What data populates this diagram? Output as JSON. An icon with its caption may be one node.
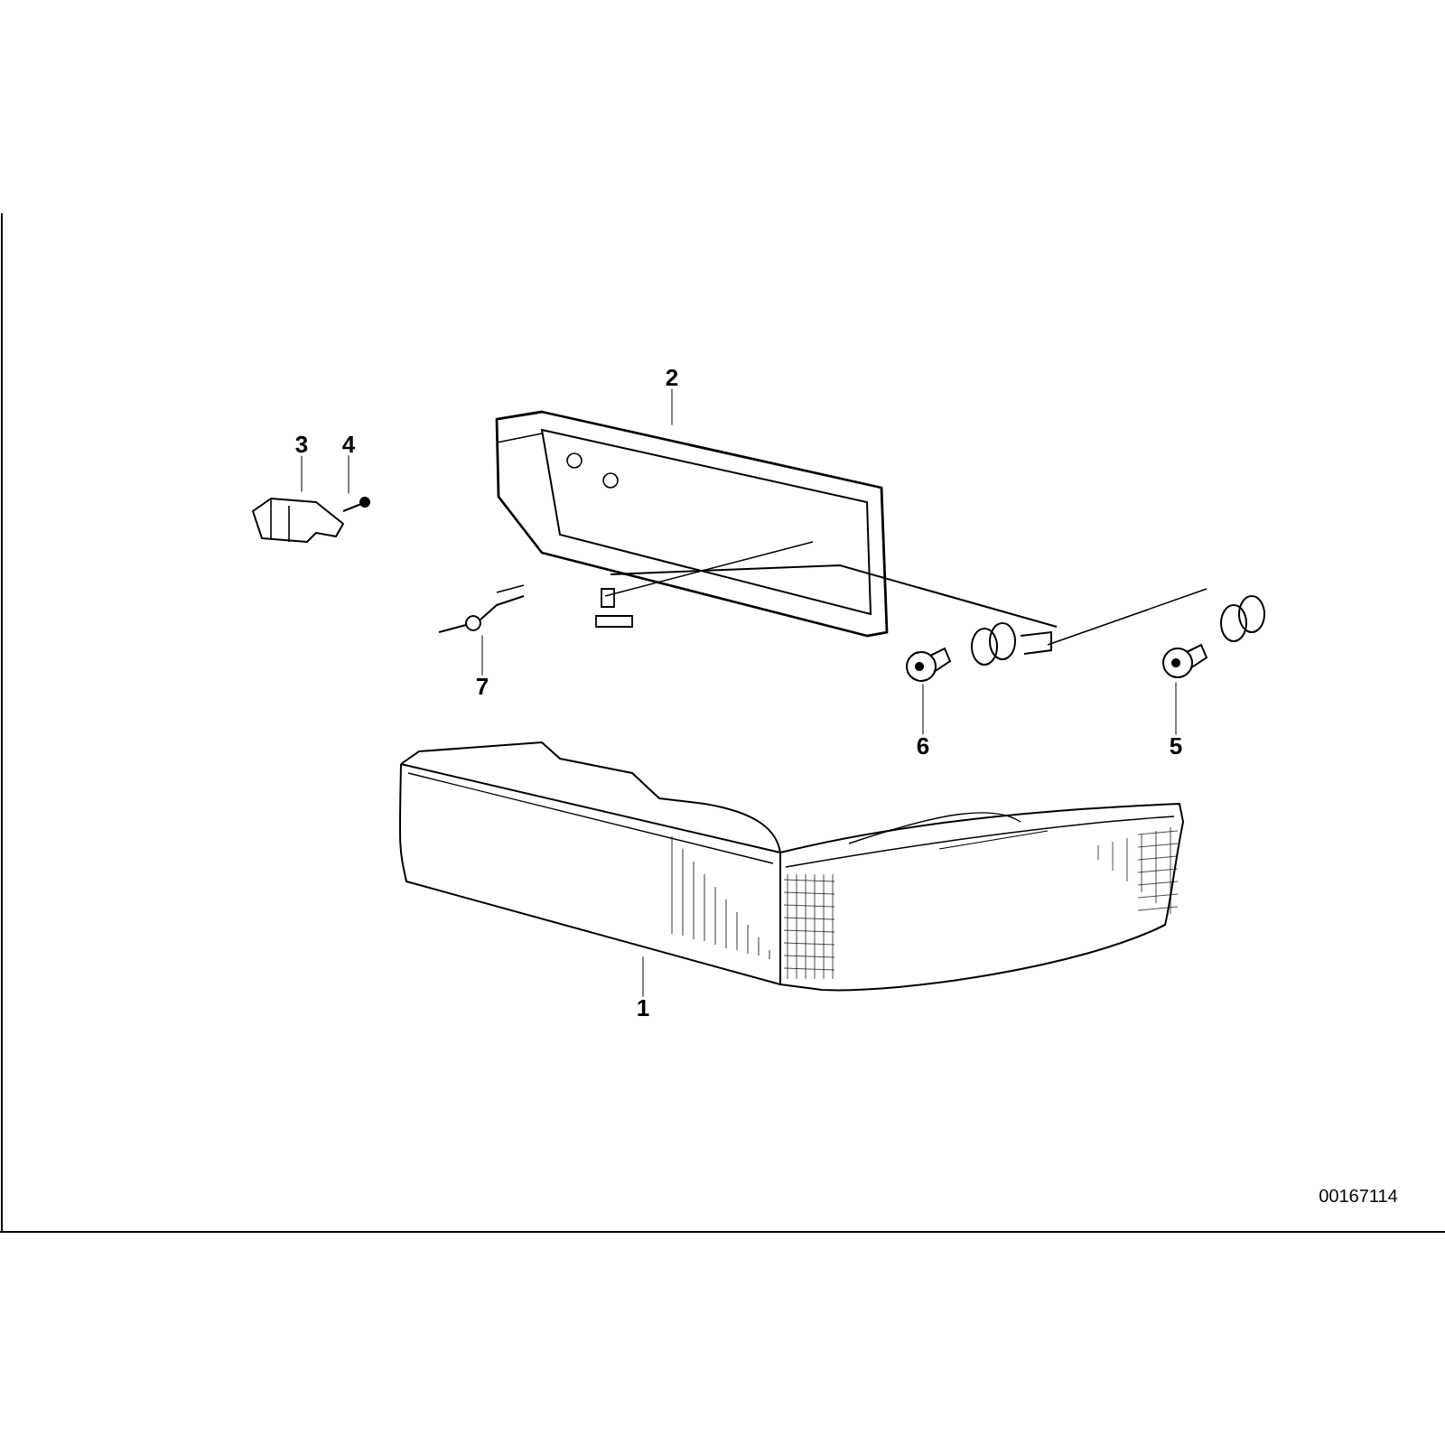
{
  "diagram": {
    "nodes": [
      {
        "text": [
          "1"
        ]
      },
      {
        "text": [
          "2"
        ]
      },
      {
        "text": [
          "3"
        ]
      },
      {
        "text": [
          "4"
        ]
      },
      {
        "text": [
          "5"
        ]
      },
      {
        "text": [
          "6"
        ]
      },
      {
        "text": [
          "7"
        ]
      },
      {
        "text": [],
        "shape": "picture"
      },
      {
        "text": [],
        "shape": "picture"
      },
      {
        "text": [],
        "shape": "picture"
      },
      {
        "text": [],
        "shape": "picture"
      },
      {
        "text": [],
        "shape": "picture"
      },
      {
        "text": [],
        "shape": "picture"
      },
      {
        "text": [],
        "shape": "picture"
      }
    ],
    "edges": [
      {
        "from": 0,
        "to": 7,
        "arrow": "none"
      },
      {
        "from": 1,
        "to": 8,
        "arrow": "none"
      },
      {
        "from": 2,
        "to": 9,
        "arrow": "none"
      },
      {
        "from": 3,
        "to": 10,
        "arrow": "none"
      },
      {
        "from": 4,
        "to": 11,
        "arrow": "none"
      },
      {
        "from": 5,
        "to": 12,
        "arrow": "none"
      },
      {
        "from": 6,
        "to": 13,
        "arrow": "none"
      }
    ],
    "labels": [
      "00167114"
    ]
  }
}
